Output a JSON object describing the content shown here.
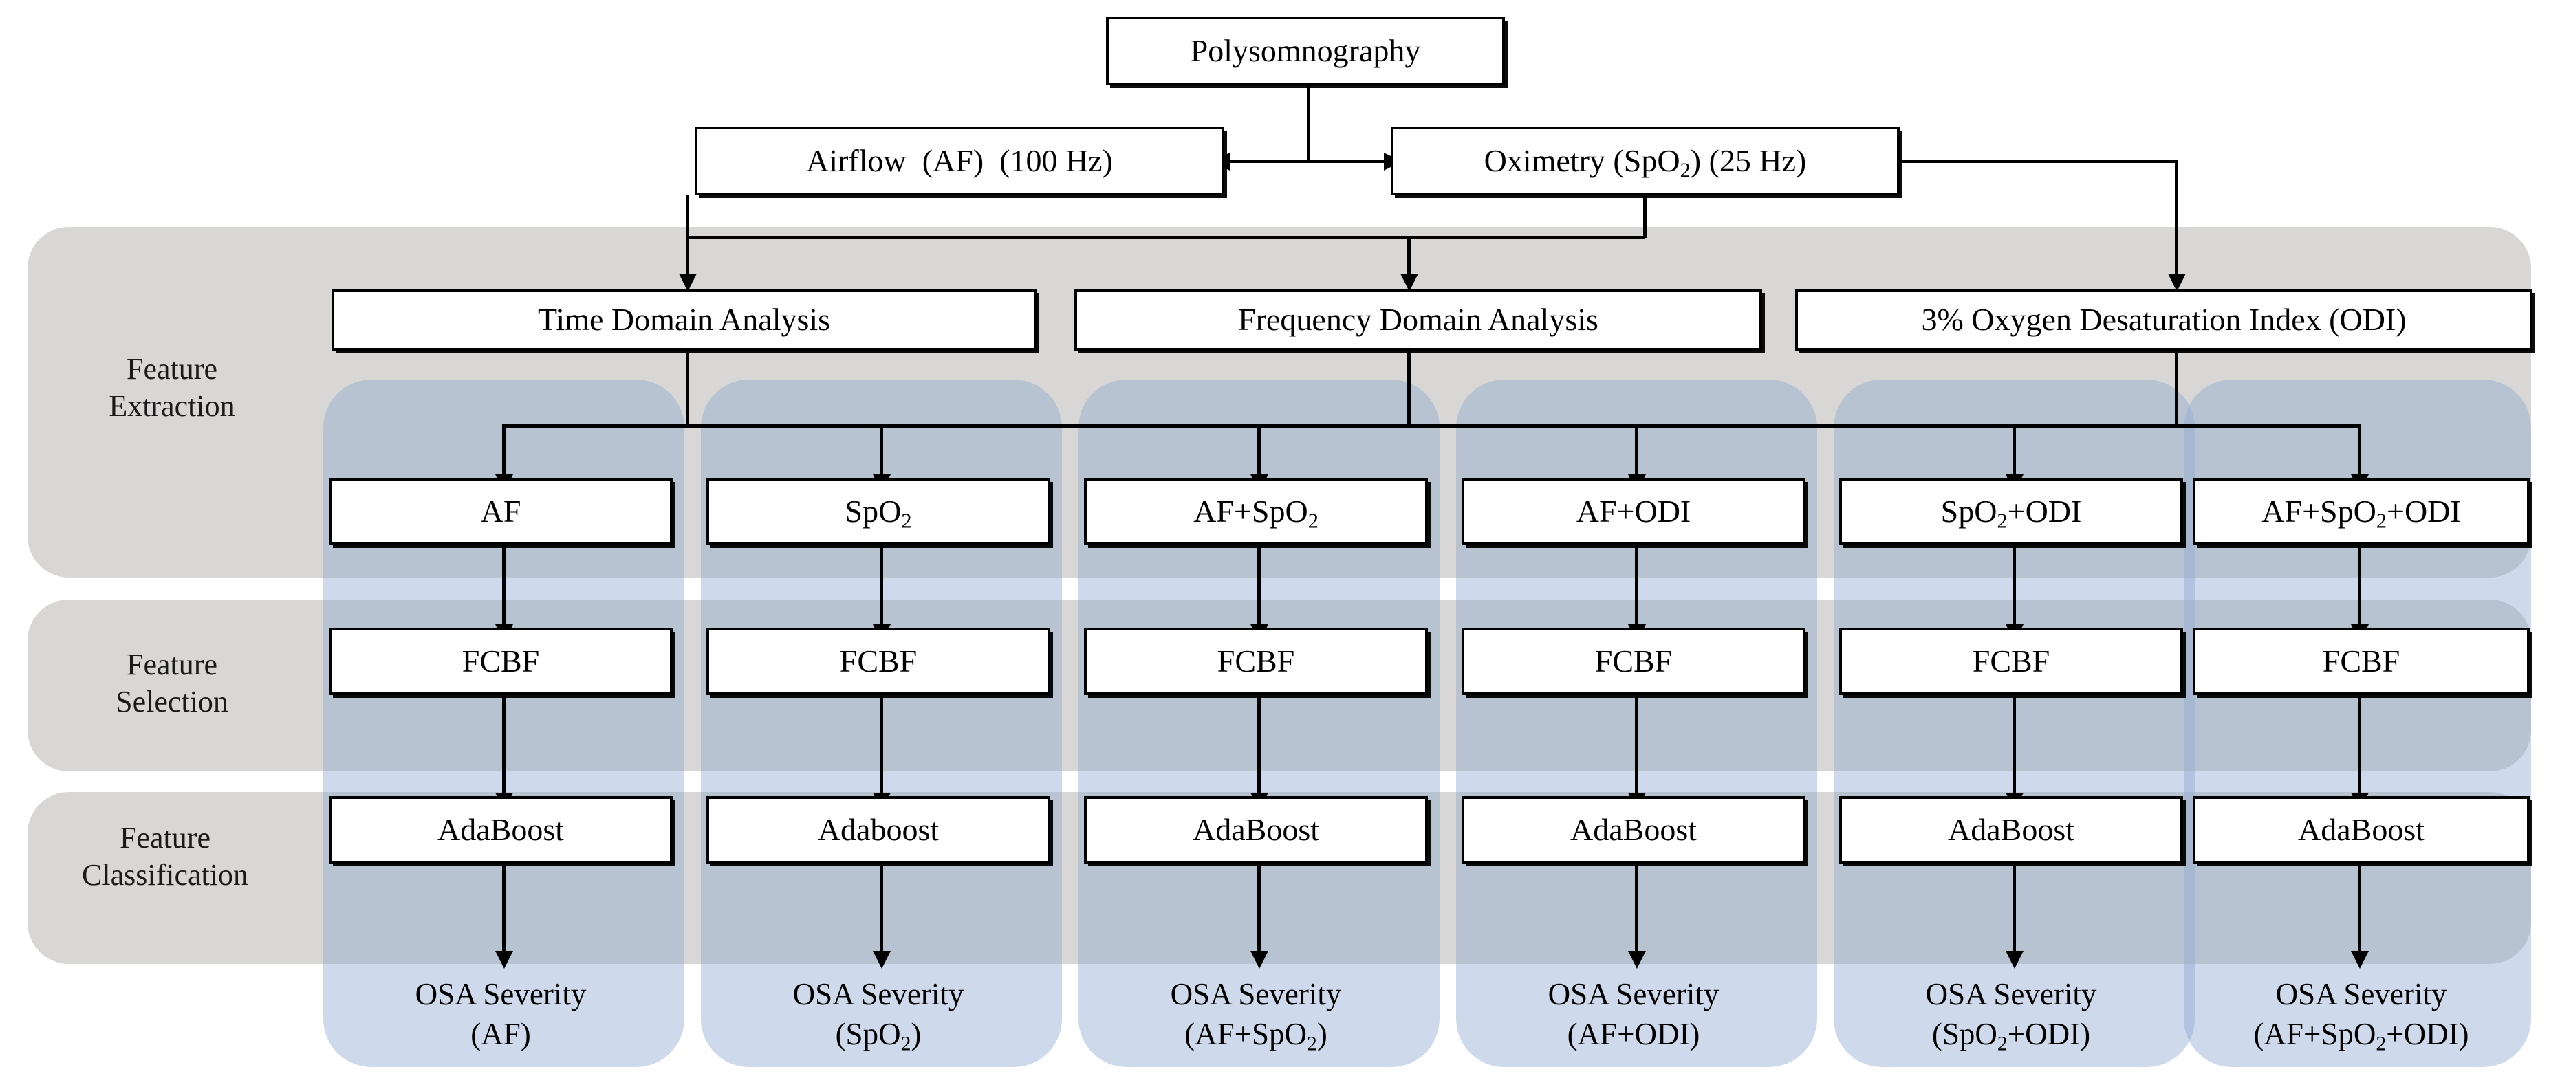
{
  "diagram": {
    "title": "OSA severity classification pipeline from polysomnography signals",
    "colors": {
      "stage_band": "#d9d7d5",
      "column_band": "#c3d0e3",
      "node_border": "#000000",
      "node_fill": "#ffffff",
      "leaf_fill": "#dbe5f2"
    },
    "source": {
      "label": "Polysomnography"
    },
    "signals": [
      {
        "id": "airflow",
        "label": "Airflow (AF) (100 Hz)",
        "rate": "100 Hz"
      },
      {
        "id": "oximetry",
        "label": "Oximetry (SpO2) (25 Hz)",
        "rate": "25 Hz"
      }
    ],
    "analyses": [
      {
        "id": "time",
        "label": "Time Domain Analysis"
      },
      {
        "id": "freq",
        "label": "Frequency Domain Analysis"
      },
      {
        "id": "odi",
        "label": "3% Oxygen Desaturation Index (ODI)"
      }
    ],
    "stages": [
      {
        "id": "extraction",
        "label": "Feature\nExtraction"
      },
      {
        "id": "selection",
        "label": "Feature\nSelection"
      },
      {
        "id": "classification",
        "label": "Feature\nClassification"
      }
    ],
    "columns": [
      {
        "id": "af",
        "feature_set": "AF",
        "selection": "FCBF",
        "classifier": "AdaBoost",
        "output_title": "OSA Severity",
        "output_subtitle": "(AF)"
      },
      {
        "id": "spo2",
        "feature_set": "SpO2",
        "selection": "FCBF",
        "classifier": "Adaboost",
        "output_title": "OSA Severity",
        "output_subtitle": "(SpO2)"
      },
      {
        "id": "af-spo2",
        "feature_set": "AF+SpO2",
        "selection": "FCBF",
        "classifier": "AdaBoost",
        "output_title": "OSA Severity",
        "output_subtitle": "(AF+SpO2)"
      },
      {
        "id": "af-odi",
        "feature_set": "AF+ODI",
        "selection": "FCBF",
        "classifier": "AdaBoost",
        "output_title": "OSA Severity",
        "output_subtitle": "(AF+ODI)"
      },
      {
        "id": "spo2-odi",
        "feature_set": "SpO2+ODI",
        "selection": "FCBF",
        "classifier": "AdaBoost",
        "output_title": "OSA Severity",
        "output_subtitle": "(SpO2+ODI)"
      },
      {
        "id": "af-spo2-odi",
        "feature_set": "AF+SpO2+ODI",
        "selection": "FCBF",
        "classifier": "AdaBoost",
        "output_title": "OSA Severity",
        "output_subtitle": "(AF+SpO2+ODI)"
      }
    ]
  }
}
